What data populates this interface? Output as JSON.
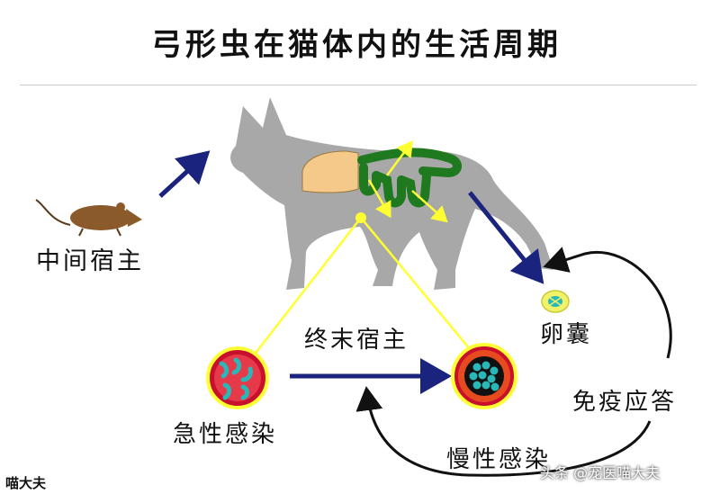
{
  "title": "弓形虫在猫体内的生活周期",
  "labels": {
    "intermediate_host": "中间宿主",
    "final_host": "终末宿主",
    "oocyst": "卵囊",
    "acute_infection": "急性感染",
    "immune_response": "免疫应答",
    "chronic_infection": "慢性感染"
  },
  "author": "喵大夫",
  "watermark": "头条 @宠医喵大夫",
  "colors": {
    "cat": "#a8a8a8",
    "mouse": "#8a5a2b",
    "liver": "#f5c98a",
    "intestine": "#1f7a1f",
    "yellow_arrow": "#ffff33",
    "blue_arrow": "#1a237e",
    "cycle_arrow": "#111111",
    "cyst_ring": "#c8102e",
    "parasite": "#2ab7b7"
  },
  "icons": [
    "mouse-icon",
    "cat-icon",
    "oocyst-icon",
    "acute-cell-icon",
    "chronic-cyst-icon"
  ]
}
